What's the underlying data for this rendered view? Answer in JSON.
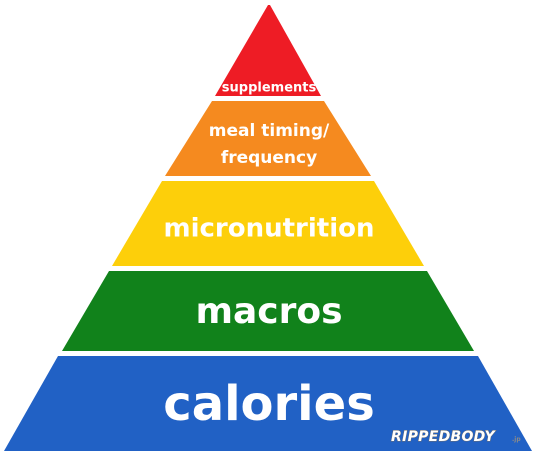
{
  "diagram": {
    "tiers": [
      {
        "id": "supplements",
        "lines": [
          "supplements"
        ],
        "color": "#ee1c25"
      },
      {
        "id": "meal-timing",
        "lines": [
          "meal timing/",
          "frequency"
        ],
        "color": "#f58a1f"
      },
      {
        "id": "micronutrition",
        "lines": [
          "micronutrition"
        ],
        "color": "#fdcf0a"
      },
      {
        "id": "macros",
        "lines": [
          "macros"
        ],
        "color": "#11821b"
      },
      {
        "id": "calories",
        "lines": [
          "calories"
        ],
        "color": "#2161c5"
      }
    ]
  },
  "watermark": {
    "brand": "RIPPEDBODY",
    "suffix": ".jp"
  }
}
